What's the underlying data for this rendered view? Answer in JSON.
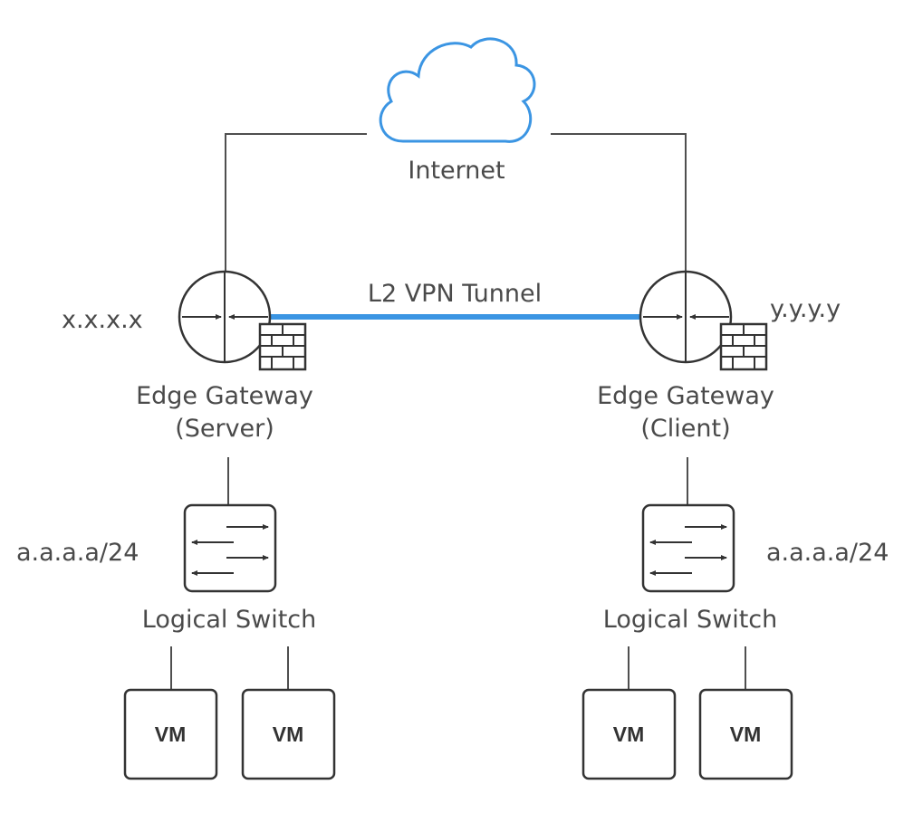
{
  "internet": {
    "label": "Internet"
  },
  "tunnel": {
    "label": "L2 VPN Tunnel",
    "color": "#3b95e3"
  },
  "cloud_color": "#3b95e3",
  "server": {
    "ip": "x.x.x.x",
    "gateway_line1": "Edge Gateway",
    "gateway_line2": "(Server)",
    "subnet": "a.a.a.a/24",
    "switch_label": "Logical Switch",
    "vms": [
      "VM",
      "VM"
    ]
  },
  "client": {
    "ip": "y.y.y.y",
    "gateway_line1": "Edge Gateway",
    "gateway_line2": "(Client)",
    "subnet": "a.a.a.a/24",
    "switch_label": "Logical Switch",
    "vms": [
      "VM",
      "VM"
    ]
  }
}
